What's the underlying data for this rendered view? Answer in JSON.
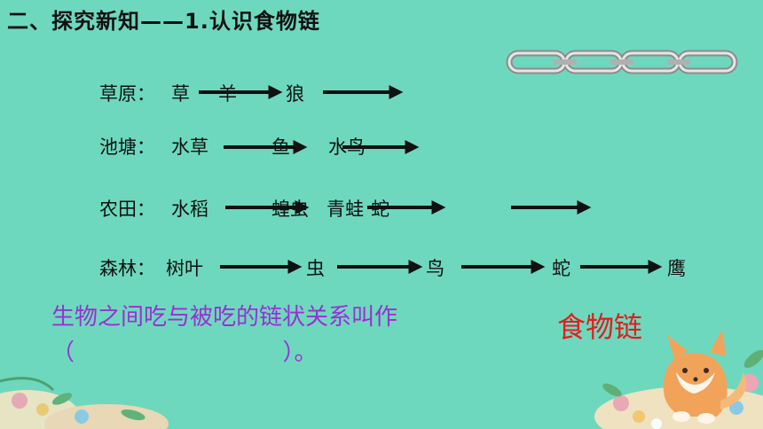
{
  "title": "二、探究新知——1.认识食物链",
  "rows": [
    {
      "label": "草原：",
      "items": [
        "草",
        "羊",
        "狼"
      ]
    },
    {
      "label": "池塘：",
      "items": [
        "水草",
        "鱼",
        "水鸟"
      ]
    },
    {
      "label": "农田：",
      "items": [
        "水稻",
        "蝗虫",
        "青蛙",
        "蛇"
      ]
    },
    {
      "label": "森林：",
      "items": [
        "树叶",
        "虫",
        "鸟",
        "蛇",
        "鹰"
      ]
    }
  ],
  "definition": {
    "line1": "生物之间吃与被吃的链状关系叫作",
    "line2_open": "（",
    "line2_close": "）。"
  },
  "answer": "食物链",
  "icons": [
    "chain-icon",
    "fox-illustration",
    "flower-decoration"
  ],
  "colors": {
    "background": "#6ed8be",
    "definition": "#9b2fd4",
    "answer": "#e41d1d"
  }
}
